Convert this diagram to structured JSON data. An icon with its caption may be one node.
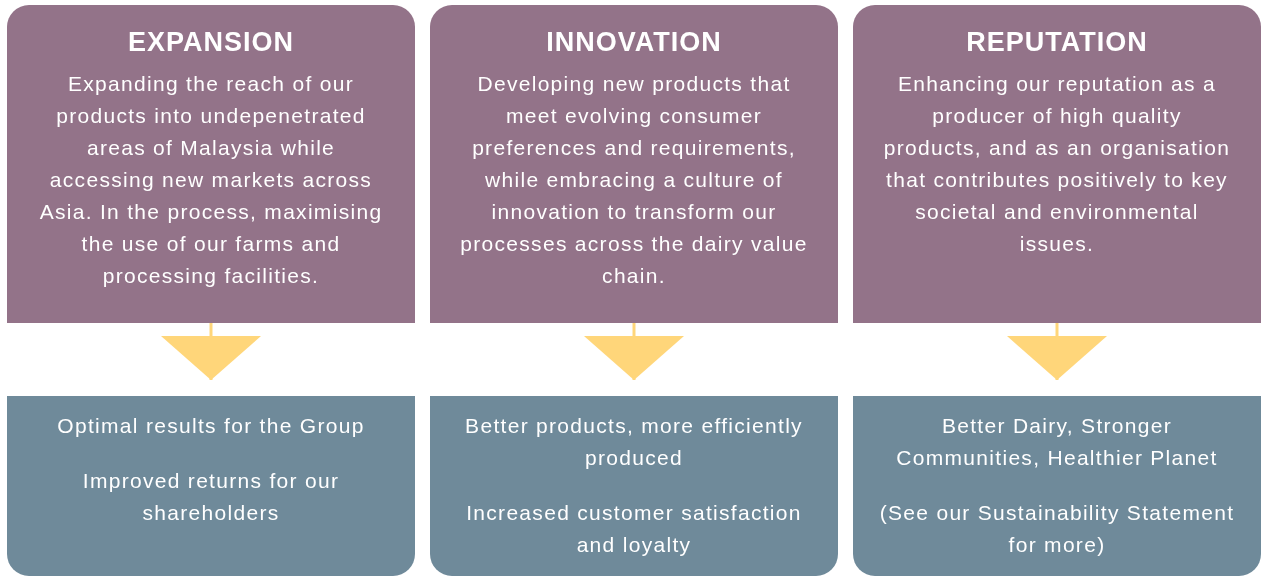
{
  "diagram": {
    "nodes": [
      {
        "text": [
          "EXPANSION",
          "Expanding the reach of our products into undepenetrated areas of Malaysia while accessing new markets across Asia. In the process, maximising the use of our farms and processing facilities."
        ]
      },
      {
        "text": [
          "INNOVATION",
          "Developing new products that meet evolving consumer preferences and requirements, while embracing a culture of innovation to transform our processes across the dairy value chain."
        ]
      },
      {
        "text": [
          "REPUTATION",
          "Enhancing our reputation as a producer of high quality products, and as an organisation that contributes positively to key societal and environmental issues."
        ]
      },
      {
        "text": [
          "Optimal results for the Group",
          "Improved returns for our shareholders"
        ]
      },
      {
        "text": [
          "Better products, more efficiently produced",
          "Increased customer satisfaction and loyalty"
        ]
      },
      {
        "text": [
          "Better Dairy, Stronger Communities, Healthier Planet",
          "(See our Sustainability Statement for more)"
        ]
      }
    ],
    "edges": [
      {
        "from": 0,
        "to": 3,
        "arrow": "to"
      },
      {
        "from": 1,
        "to": 4,
        "arrow": "to"
      },
      {
        "from": 2,
        "to": 5,
        "arrow": "to"
      }
    ]
  }
}
